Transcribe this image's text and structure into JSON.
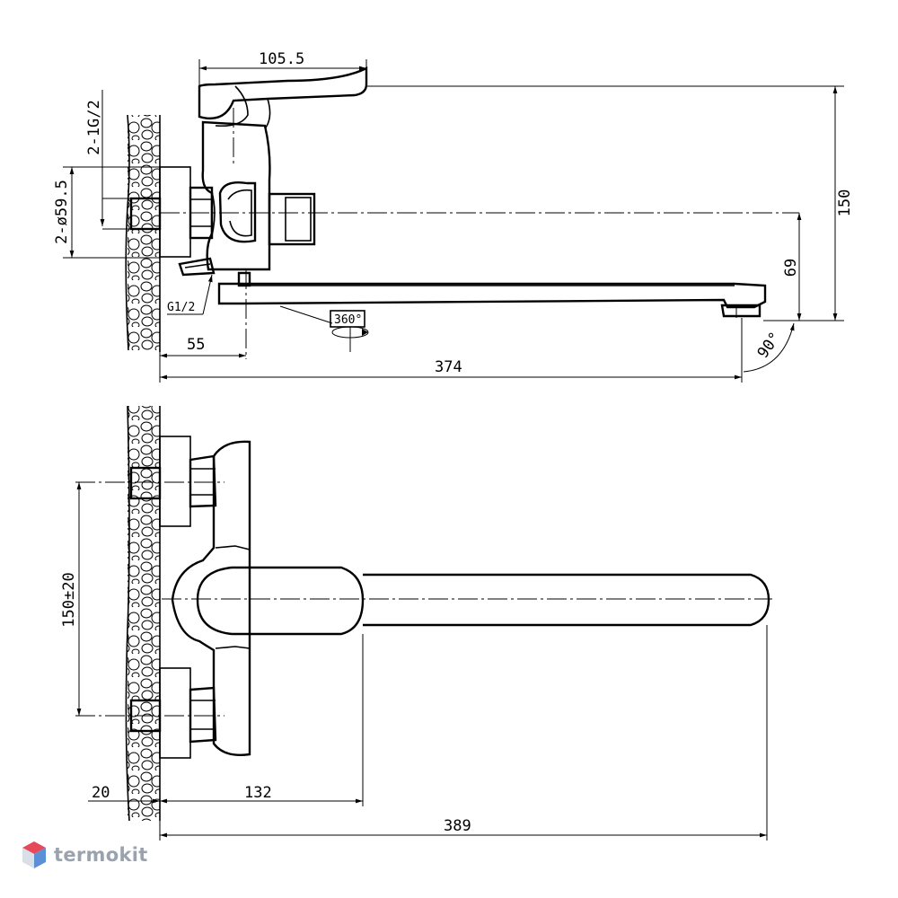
{
  "dimensions": {
    "top_width": "105.5",
    "thread_inlet": "2-1G/2",
    "diameter": "2-ø59.5",
    "height_total": "150",
    "height_spout": "69",
    "outlet_thread": "G1/2",
    "rotation": "360°",
    "offset_55": "55",
    "spout_length": "374",
    "angle": "90°",
    "centers": "150±20",
    "wall_20": "20",
    "depth_132": "132",
    "total_389": "389"
  },
  "brand": {
    "name": "termokit",
    "colors": {
      "hex_top": "#e64a5a",
      "hex_side": "#5b8fd6",
      "text": "#9aa3ad"
    }
  }
}
